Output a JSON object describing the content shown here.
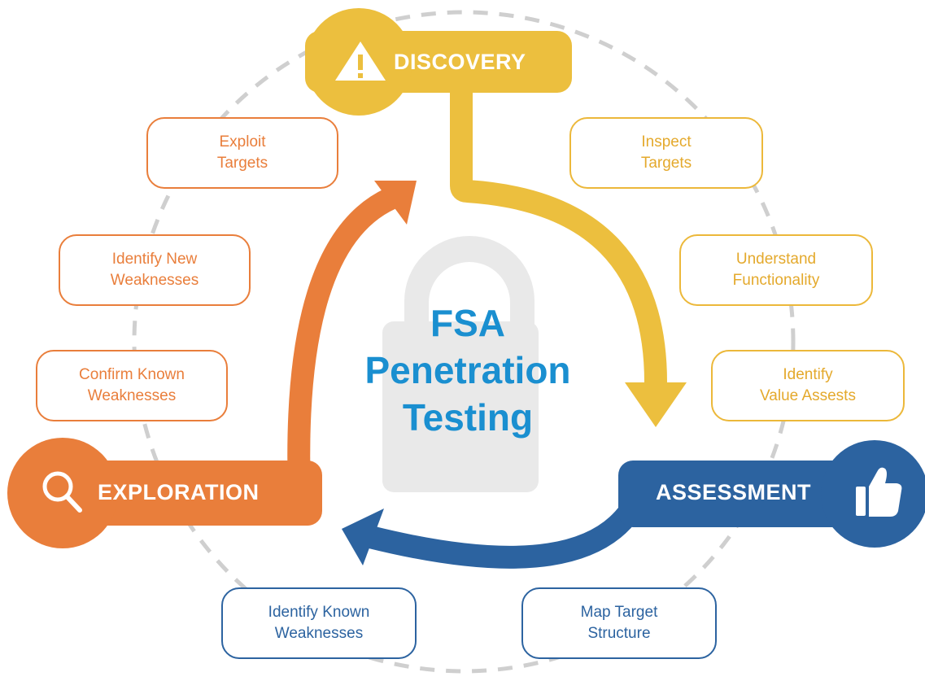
{
  "title_lines": [
    "FSA",
    "Penetration",
    "Testing"
  ],
  "colors": {
    "discovery": "#ecbf3e",
    "assessment": "#2c63a0",
    "exploration": "#e97e3b",
    "title": "#1a8fd0",
    "ring": "#cfcfcf",
    "lock": "#e9e9e9"
  },
  "phases": {
    "discovery": {
      "label": "DISCOVERY",
      "icon": "warning-icon"
    },
    "assessment": {
      "label": "ASSESSMENT",
      "icon": "thumbs-up-icon"
    },
    "exploration": {
      "label": "EXPLORATION",
      "icon": "magnifier-icon"
    }
  },
  "steps": {
    "exploit_targets": "Exploit\nTargets",
    "inspect_targets": "Inspect\nTargets",
    "identify_new_weaknesses": "Identify New\nWeaknesses",
    "understand_functionality": "Understand\nFunctionality",
    "confirm_known_weaknesses": "Confirm Known\nWeaknesses",
    "identify_value_assets": "Identify\nValue Assests",
    "identify_known_weaknesses": "Identify Known\nWeaknesses",
    "map_target_structure": "Map Target\nStructure"
  }
}
